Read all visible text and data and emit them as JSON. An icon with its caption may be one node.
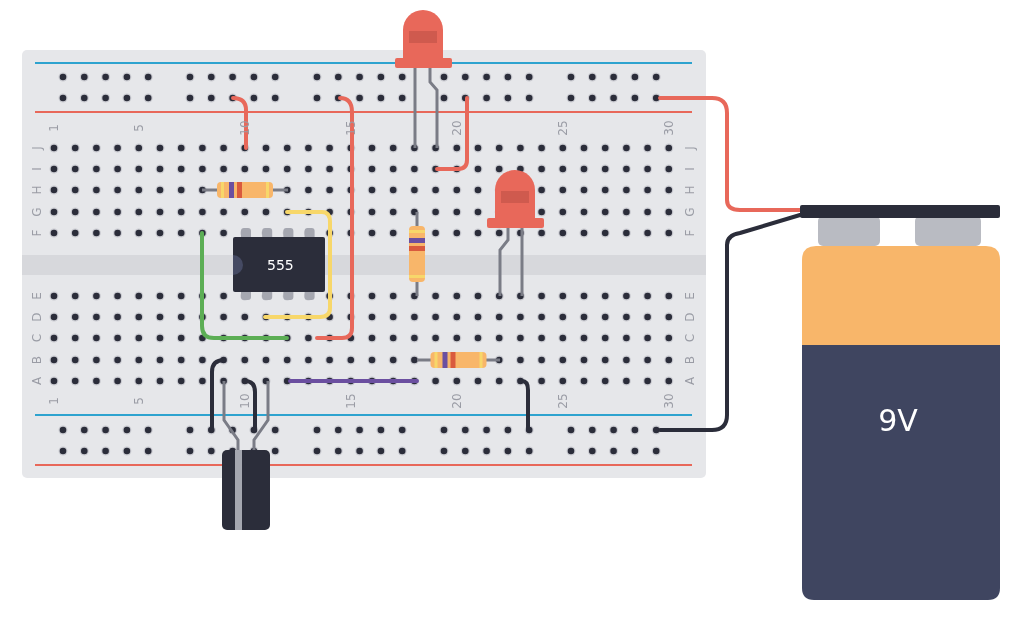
{
  "diagram": {
    "nodes": [
      {
        "text": [
          "555"
        ]
      },
      {
        "text": [
          "9V"
        ]
      }
    ],
    "labels": [
      "1",
      "5",
      "10",
      "15",
      "20",
      "25",
      "30",
      "J",
      "J",
      "I",
      "I",
      "H",
      "H",
      "G",
      "G",
      "F",
      "F",
      "E",
      "E",
      "D",
      "D",
      "C",
      "C",
      "B",
      "B",
      "A",
      "A",
      "1",
      "5",
      "10",
      "15",
      "20",
      "25",
      "30"
    ]
  }
}
